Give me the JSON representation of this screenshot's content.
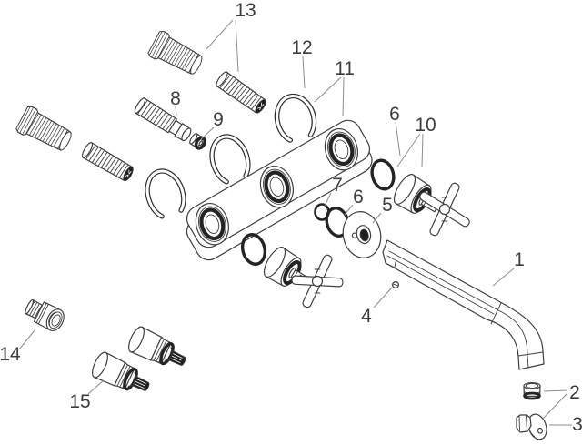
{
  "colors": {
    "background": "#ffffff",
    "line": "#3f3f3f",
    "leader": "#8c8c8c",
    "label": "#3d3d3d",
    "dark": "#1f1f1f"
  },
  "diagram": {
    "type": "exploded-parts-diagram",
    "subject": "wall-mounted-3-hole-faucet",
    "labels": [
      {
        "id": "1",
        "text": "1"
      },
      {
        "id": "2",
        "text": "2"
      },
      {
        "id": "3",
        "text": "3"
      },
      {
        "id": "4",
        "text": "4"
      },
      {
        "id": "5",
        "text": "5"
      },
      {
        "id": "6a",
        "text": "6"
      },
      {
        "id": "6b",
        "text": "6"
      },
      {
        "id": "7",
        "text": "7"
      },
      {
        "id": "8",
        "text": "8"
      },
      {
        "id": "9",
        "text": "9"
      },
      {
        "id": "10",
        "text": "10"
      },
      {
        "id": "11",
        "text": "11"
      },
      {
        "id": "12",
        "text": "12"
      },
      {
        "id": "13",
        "text": "13"
      },
      {
        "id": "14",
        "text": "14"
      },
      {
        "id": "15",
        "text": "15"
      }
    ]
  }
}
